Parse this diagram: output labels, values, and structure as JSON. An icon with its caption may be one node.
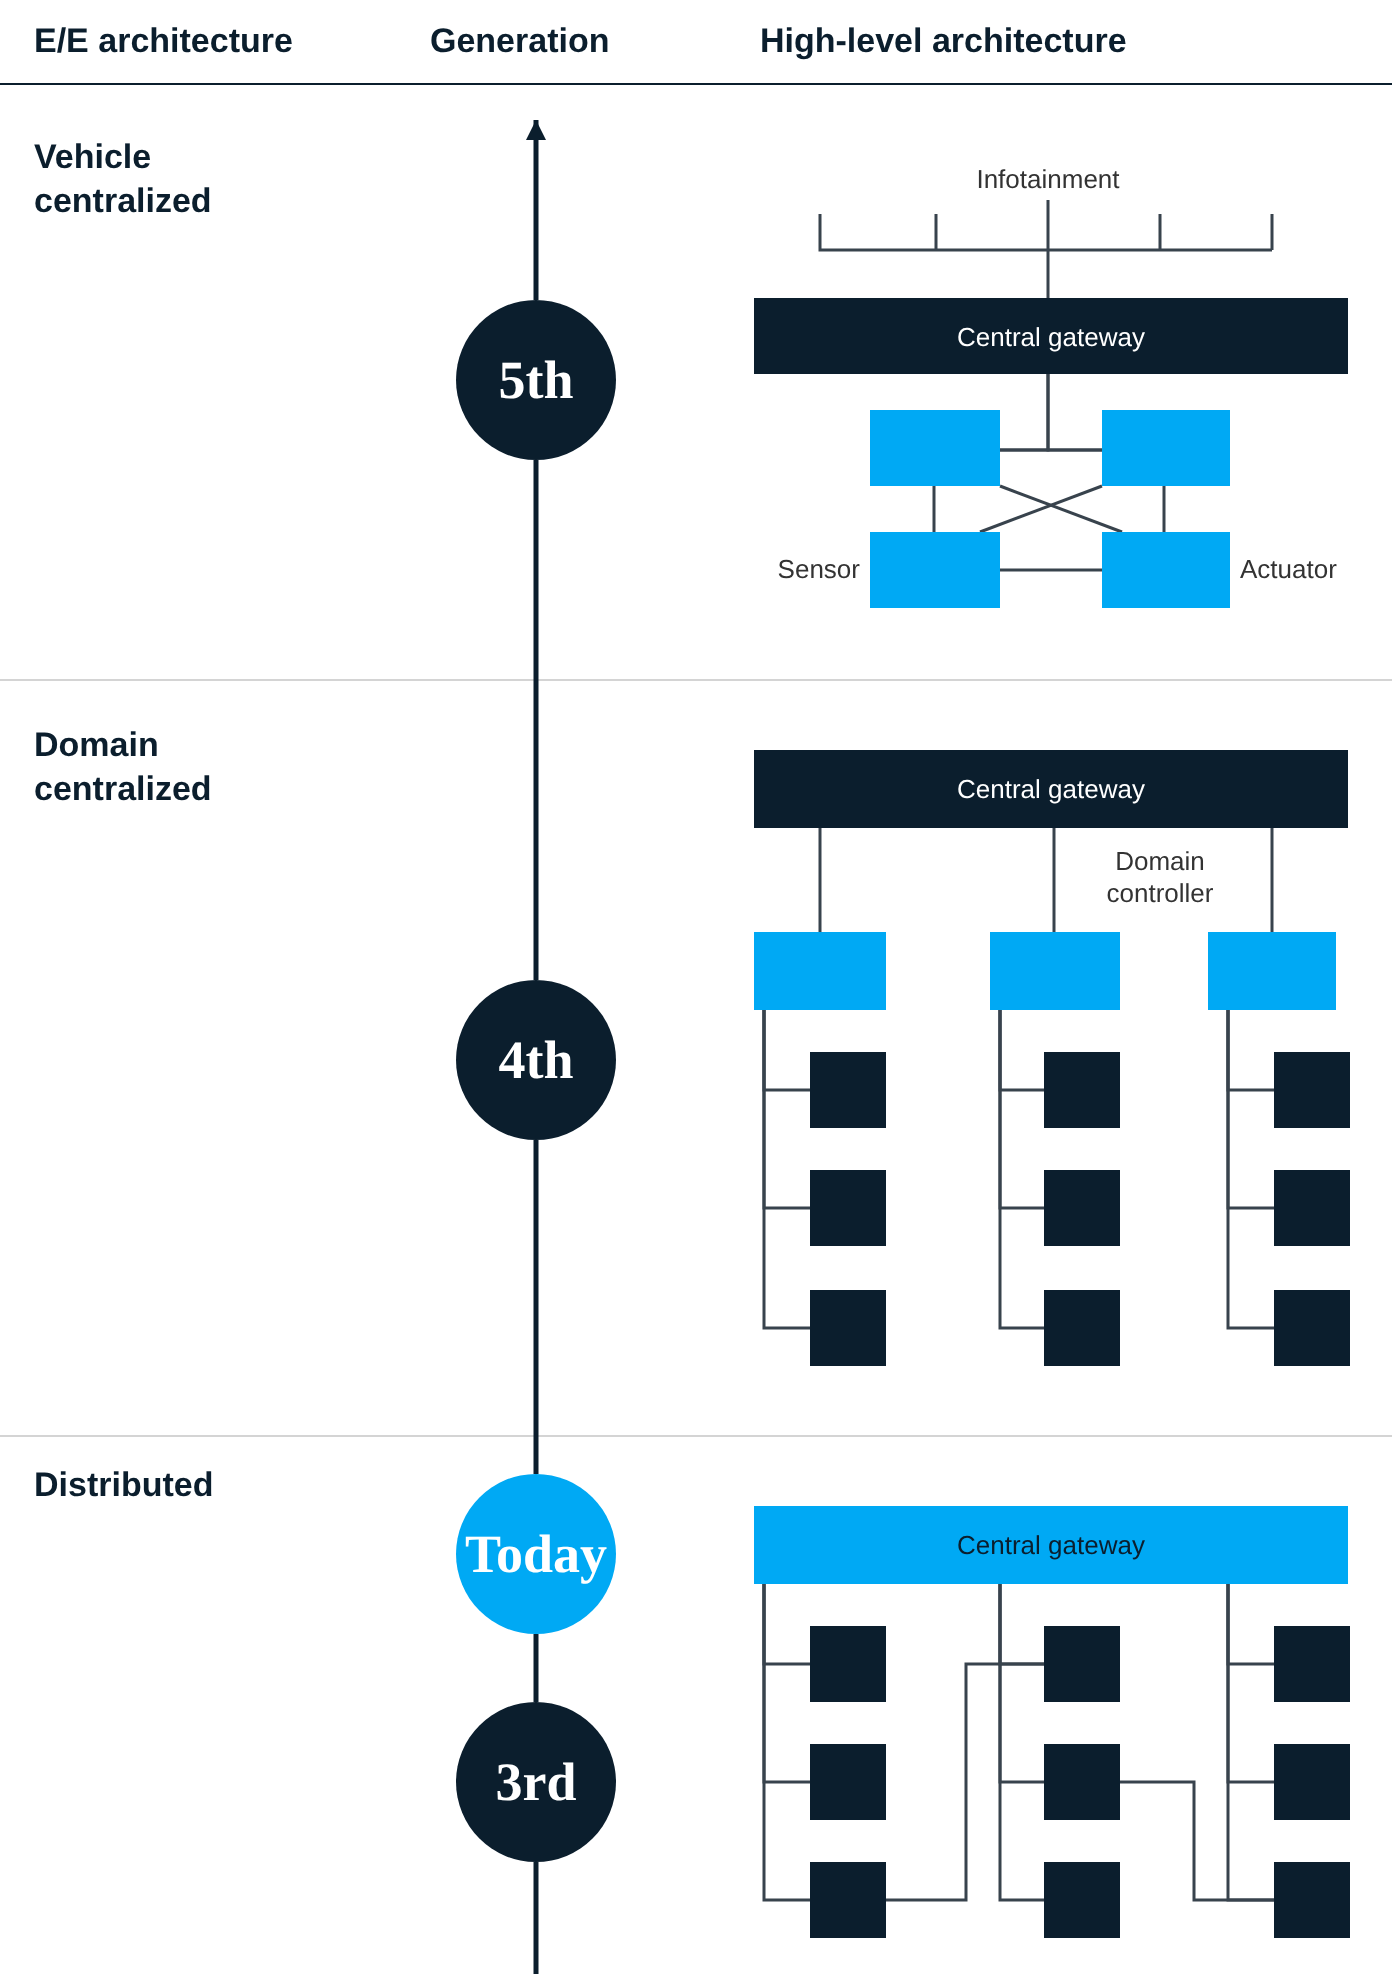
{
  "diagram": {
    "nodes": [
      {
        "text": [
          "5th"
        ]
      },
      {
        "text": [
          "Infotainment"
        ]
      },
      {
        "text": [
          "Central gateway"
        ]
      },
      {
        "text": [],
        "shape": "box"
      },
      {
        "text": [],
        "shape": "box"
      },
      {
        "text": [],
        "shape": "box",
        "beside": [
          "Sensor"
        ]
      },
      {
        "text": [],
        "shape": "box",
        "beside": [
          "Actuator"
        ]
      },
      {
        "text": [
          "4th"
        ]
      },
      {
        "text": [
          "Central gateway"
        ]
      },
      {
        "text": [],
        "shape": "box"
      },
      {
        "text": [],
        "shape": "box"
      },
      {
        "text": [],
        "shape": "box"
      },
      {
        "text": [],
        "shape": "box"
      },
      {
        "text": [],
        "shape": "box"
      },
      {
        "text": [],
        "shape": "box"
      },
      {
        "text": [],
        "shape": "box"
      },
      {
        "text": [],
        "shape": "box"
      },
      {
        "text": [],
        "shape": "box"
      },
      {
        "text": [],
        "shape": "box"
      },
      {
        "text": [],
        "shape": "box"
      },
      {
        "text": [],
        "shape": "box"
      },
      {
        "text": [
          "Today"
        ]
      },
      {
        "text": [
          "3rd"
        ]
      },
      {
        "text": [
          "Central gateway"
        ]
      },
      {
        "text": [],
        "shape": "box"
      },
      {
        "text": [],
        "shape": "box"
      },
      {
        "text": [],
        "shape": "box"
      },
      {
        "text": [],
        "shape": "box"
      },
      {
        "text": [],
        "shape": "box"
      },
      {
        "text": [],
        "shape": "box"
      },
      {
        "text": [],
        "shape": "box"
      },
      {
        "text": [],
        "shape": "box"
      },
      {
        "text": [],
        "shape": "box"
      }
    ],
    "edges": [
      {
        "from": 1,
        "to": 2,
        "arrow": "none"
      },
      {
        "from": 2,
        "to": 3,
        "arrow": "none"
      },
      {
        "from": 2,
        "to": 4,
        "arrow": "none"
      },
      {
        "from": 3,
        "to": 4,
        "arrow": "none"
      },
      {
        "from": 3,
        "to": 5,
        "arrow": "none"
      },
      {
        "from": 4,
        "to": 6,
        "arrow": "none"
      },
      {
        "from": 3,
        "to": 6,
        "arrow": "none"
      },
      {
        "from": 4,
        "to": 5,
        "arrow": "none"
      },
      {
        "from": 5,
        "to": 6,
        "arrow": "none"
      },
      {
        "from": 8,
        "to": 9,
        "arrow": "none"
      },
      {
        "from": 8,
        "to": 10,
        "arrow": "none"
      },
      {
        "from": 8,
        "to": 11,
        "arrow": "none"
      },
      {
        "from": 9,
        "to": 12,
        "arrow": "none"
      },
      {
        "from": 9,
        "to": 13,
        "arrow": "none"
      },
      {
        "from": 9,
        "to": 14,
        "arrow": "none"
      },
      {
        "from": 10,
        "to": 15,
        "arrow": "none"
      },
      {
        "from": 10,
        "to": 16,
        "arrow": "none"
      },
      {
        "from": 10,
        "to": 17,
        "arrow": "none"
      },
      {
        "from": 11,
        "to": 18,
        "arrow": "none"
      },
      {
        "from": 11,
        "to": 19,
        "arrow": "none"
      },
      {
        "from": 11,
        "to": 20,
        "arrow": "none"
      },
      {
        "from": 23,
        "to": 24,
        "arrow": "none"
      },
      {
        "from": 23,
        "to": 25,
        "arrow": "none"
      },
      {
        "from": 23,
        "to": 26,
        "arrow": "none"
      },
      {
        "from": 23,
        "to": 27,
        "arrow": "none"
      },
      {
        "from": 23,
        "to": 28,
        "arrow": "none"
      },
      {
        "from": 23,
        "to": 29,
        "arrow": "none"
      },
      {
        "from": 23,
        "to": 30,
        "arrow": "none"
      },
      {
        "from": 23,
        "to": 31,
        "arrow": "none"
      },
      {
        "from": 23,
        "to": 32,
        "arrow": "none"
      },
      {
        "from": 26,
        "to": 27,
        "arrow": "none"
      },
      {
        "from": 28,
        "to": 32,
        "arrow": "none"
      },
      {
        "from": null,
        "to": 22,
        "arrow": "none"
      },
      {
        "from": 22,
        "to": 21,
        "arrow": "none"
      },
      {
        "from": 21,
        "to": 7,
        "arrow": "none"
      },
      {
        "from": 7,
        "to": 0,
        "arrow": "none"
      },
      {
        "from": 0,
        "to": null,
        "arrow": "to"
      }
    ],
    "labels": [
      "E/E architecture",
      "Generation",
      "High-level architecture",
      "Vehicle centralized",
      "Domain centralized",
      "Domain controller",
      "Distributed"
    ]
  }
}
